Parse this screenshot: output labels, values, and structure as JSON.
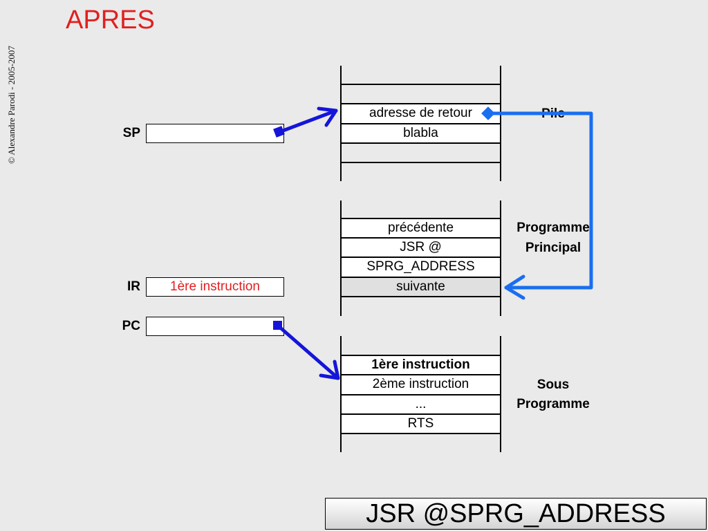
{
  "copyright": "© Alexandre Parodi - 2005-2007",
  "title": "APRES",
  "registers": {
    "sp": {
      "label": "SP",
      "value": ""
    },
    "ir": {
      "label": "IR",
      "value": "1ère instruction"
    },
    "pc": {
      "label": "PC",
      "value": ""
    }
  },
  "stack": {
    "label": "Pile",
    "cells": [
      "",
      "adresse de retour",
      "blabla",
      ""
    ]
  },
  "main_program": {
    "label_line1": "Programme",
    "label_line2": "Principal",
    "cells": [
      "précédente",
      "JSR @",
      "SPRG_ADDRESS",
      "suivante"
    ]
  },
  "subroutine": {
    "label_line1": "Sous",
    "label_line2": "Programme",
    "cells": [
      "1ère instruction",
      "2ème instruction",
      "...",
      "RTS"
    ]
  },
  "footer": "JSR @SPRG_ADDRESS",
  "colors": {
    "title": "#e21f1f",
    "dark_arrow": "#1515d9",
    "light_arrow": "#1a6ef0"
  }
}
